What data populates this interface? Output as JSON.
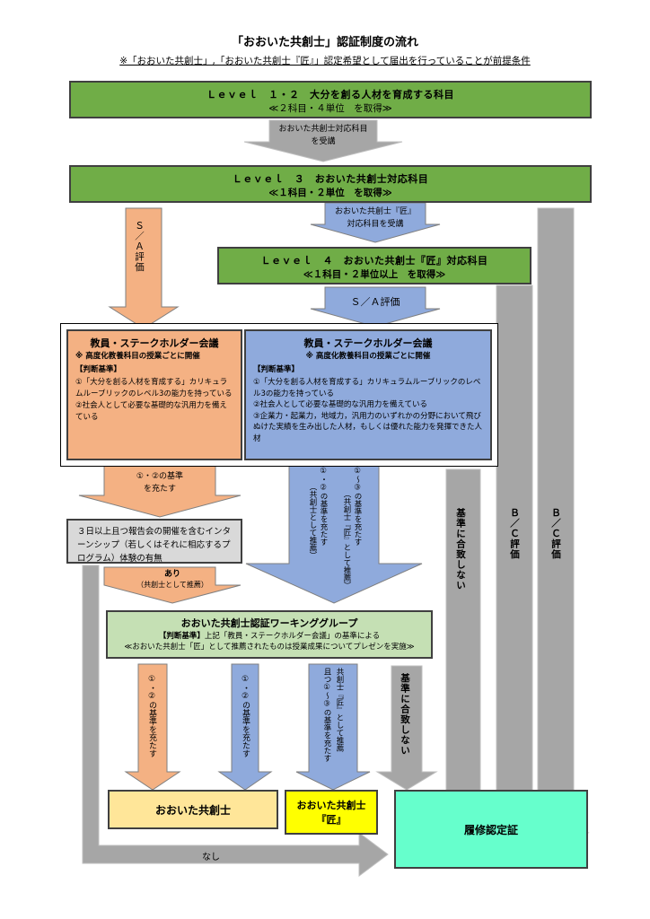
{
  "title": "「おおいた共創士」認証制度の流れ",
  "subtitle": "※「おおいた共創士」,「おおいた共創士『匠』」認定希望として届出を行っていることが前提条件",
  "level12": {
    "line1": "Ｌｅｖｅｌ　１・２　大分を創る人材を育成する科目",
    "line2": "≪２科目・４単位　を取得≫"
  },
  "arrow_attend": {
    "line1": "おおいた共創士対応科目",
    "line2": "を受講"
  },
  "level3": {
    "line1": "Ｌｅｖｅｌ　３　おおいた共創士対応科目",
    "line2": "≪１科目・２単位　を取得≫"
  },
  "arrow_sa_left": "Ｓ／Ａ評価",
  "arrow_takumi": {
    "line1": "おおいた共創士『匠』",
    "line2": "対応科目を受講"
  },
  "level4": {
    "line1": "Ｌｅｖｅｌ　４　おおいた共創士『匠』対応科目",
    "line2": "≪１科目・２単位以上　を取得≫"
  },
  "arrow_sa_mid": "Ｓ／Ａ評価",
  "bc_eval_1": "Ｂ／Ｃ評価",
  "bc_eval_2": "Ｂ／Ｃ評価",
  "meeting_left": {
    "heading": "教員・ステークホルダー会議",
    "note": "※ 高度化教養科目の授業ごとに開催",
    "criteria": "【判断基準】",
    "item1": "①「大分を創る人材を育成する」カリキュラムルーブリックのレベル3の能力を持っている",
    "item2": "②社会人として必要な基礎的な汎用力を備えている"
  },
  "meeting_right": {
    "heading": "教員・ステークホルダー会議",
    "note": "※ 高度化教養科目の授業ごとに開催",
    "criteria": "【判断基準】",
    "item1": "①「大分を創る人材を育成する」カリキュラムルーブリックのレベル3の能力を持っている",
    "item2": "②社会人として必要な基礎的な汎用力を備えている",
    "item3": "③企業力・起業力，地域力，汎用力のいずれかの分野において飛びぬけた実績を生み出した人材，もしくは優れた能力を発揮できた人材"
  },
  "arrow_meets12": {
    "line1": "①・②の基準",
    "line2": "を充たす"
  },
  "arrow_v_meets12": "①・②の基準を充たす",
  "arrow_v_meets12_note": "（共創士として推薦）",
  "arrow_v_meets123": "①〜③の基準を充たす",
  "arrow_v_meets123_note": "（共創士『匠』として推薦）",
  "not_meet_1": "基準に合致しない",
  "internship": "３日以上且つ報告会の開催を含むインターンシップ（若しくはそれに相応するプログラム）体験の有無",
  "arrow_yes": {
    "line1": "あり",
    "line2": "（共創士として推薦）"
  },
  "wg": {
    "heading": "おおいた共創士認証ワーキンググループ",
    "criteria_label": "【判断基準】",
    "criteria_text": "上記「教員・ステークホルダー会議」の基準による",
    "line3": "≪おおいた共創士「匠」として推薦されたものは授業成果についてプレゼンを実施≫"
  },
  "arrow_wg1": "①・②の基準を充たす",
  "arrow_wg2": "①・②の基準を充たす",
  "arrow_wg3a": "共創士『匠』として推薦",
  "arrow_wg3b": "且つ①〜③の基準を充たす",
  "not_meet_2": "基準に合致しない",
  "result_kyososhi": "おおいた共創士",
  "result_takumi": {
    "line1": "おおいた共創士",
    "line2": "『匠』"
  },
  "result_cert": "履修認定証",
  "arrow_none": "なし",
  "colors": {
    "green": "#70ad47",
    "orange": "#f4b183",
    "blue": "#8faadc",
    "gray": "#a6a6a6",
    "light_green": "#c5e0b4",
    "cream": "#ffe699",
    "yellow": "#ffff00",
    "mint": "#66ffcc"
  }
}
